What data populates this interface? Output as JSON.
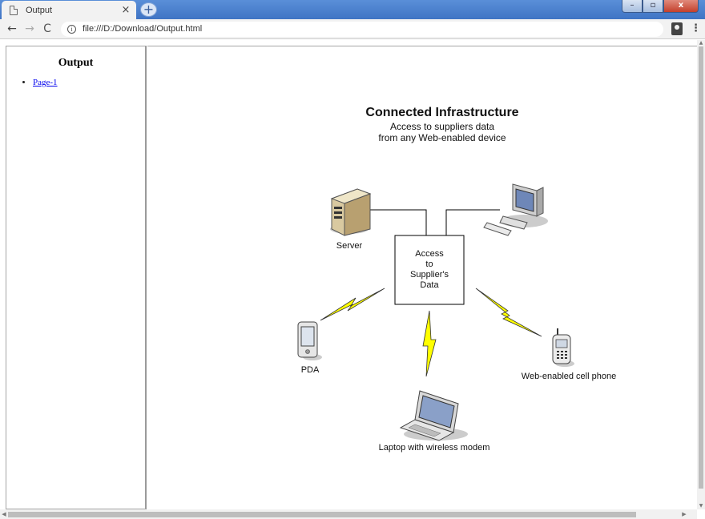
{
  "browser": {
    "tab_title": "Output",
    "tab_close": "×",
    "new_tab": "+",
    "url": "file:///D:/Download/Output.html",
    "back": "←",
    "forward": "→",
    "reload": "C",
    "info": "i",
    "menu": "⋮",
    "minimize": "–",
    "maximize": "▫",
    "close": "x"
  },
  "left_frame": {
    "heading": "Output",
    "links": [
      "Page-1"
    ]
  },
  "diagram": {
    "title": "Connected Infrastructure",
    "subtitle_line1": "Access to suppliers data",
    "subtitle_line2": "from any Web-enabled device",
    "center_box": [
      "Access",
      "to",
      "Supplier's",
      "Data"
    ],
    "labels": {
      "server": "Server",
      "pda": "PDA",
      "phone": "Web-enabled cell phone",
      "laptop": "Laptop with wireless modem"
    },
    "bolt_color": "#ffff00"
  }
}
